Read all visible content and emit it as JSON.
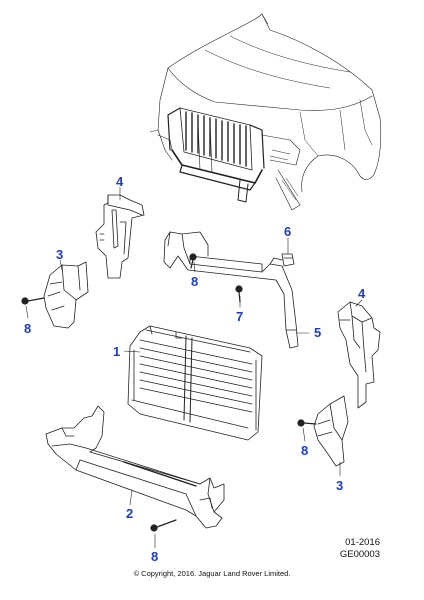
{
  "callouts": {
    "c1": "1",
    "c2": "2",
    "c3a": "3",
    "c3b": "3",
    "c4a": "4",
    "c4b": "4",
    "c5": "5",
    "c6": "6",
    "c7": "7",
    "c8a": "8",
    "c8b": "8",
    "c8c": "8",
    "c8d": "8"
  },
  "reference": {
    "date": "01-2016",
    "code": "GE00003"
  },
  "footer": {
    "copyright": "© Copyright, 2016. Jaguar Land Rover Limited."
  },
  "colors": {
    "callout": "#1a3ccf",
    "line": "#222222"
  }
}
